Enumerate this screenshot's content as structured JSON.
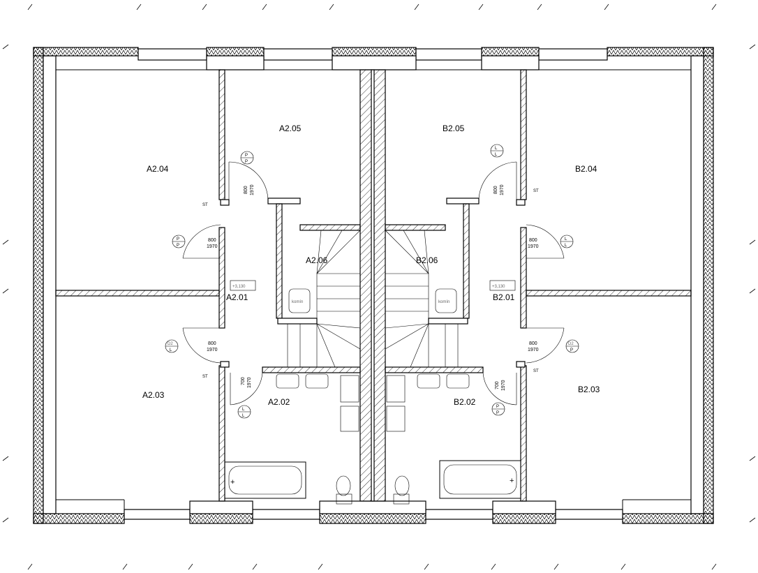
{
  "rooms": {
    "a204": "A2.04",
    "a205": "A2.05",
    "a206": "A2.06",
    "a201": "A2.01",
    "a203": "A2.03",
    "a202": "A2.02",
    "b205": "B2.05",
    "b204": "B2.04",
    "b206": "B2.06",
    "b201": "B2.01",
    "b203": "B2.03",
    "b202": "B2.02"
  },
  "level_marks": {
    "a": "+3,130",
    "b": "+3,130"
  },
  "door_dims": {
    "w800": "800",
    "w700": "700",
    "h1970": "1970"
  },
  "door_tags": {
    "p": "P",
    "l": "L",
    "d2": "D2"
  },
  "st_label": "ST",
  "lantern_label": "komín"
}
